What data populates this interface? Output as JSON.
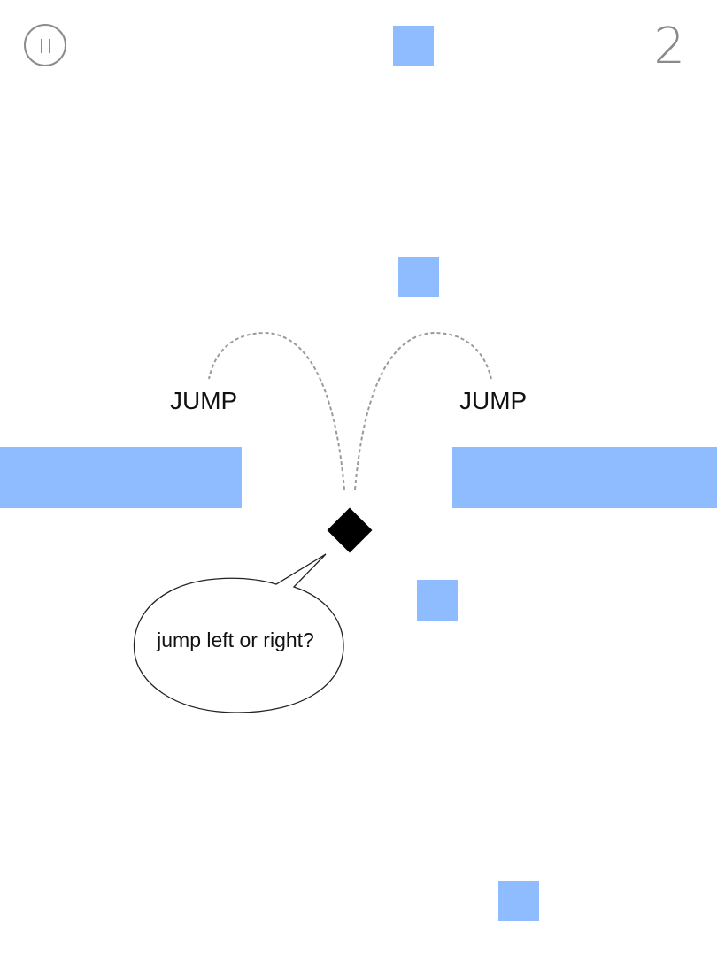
{
  "hud": {
    "score": "2",
    "pause_icon": "pause-icon"
  },
  "hints": {
    "left_jump": "JUMP",
    "right_jump": "JUMP",
    "speech_bubble": "jump left or right?"
  },
  "colors": {
    "block": "#8fbcff",
    "player": "#000000",
    "background": "#ffffff",
    "hud": "#8c8c8c"
  }
}
